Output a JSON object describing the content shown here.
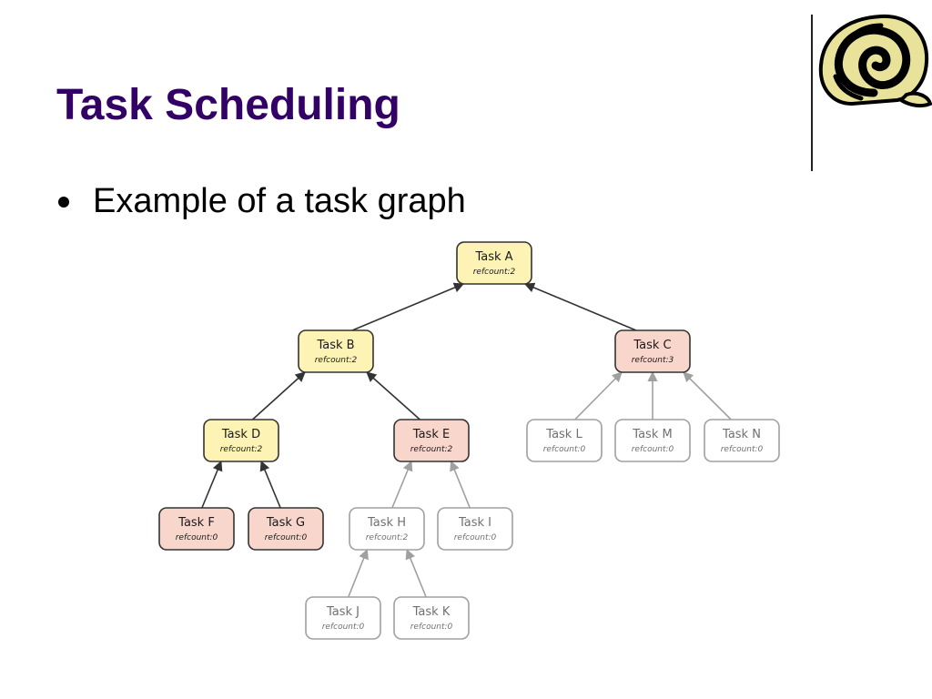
{
  "slide": {
    "title": "Task Scheduling",
    "bullets": [
      "Example of a task graph"
    ]
  },
  "colors": {
    "title": "#330066",
    "ready_fill": "#fdf3b4",
    "running_fill": "#f9d6cb",
    "pending_fill": "#ffffff",
    "active_stroke": "#333333",
    "pending_stroke": "#a0a0a0",
    "pending_text": "#707070"
  },
  "chart_data": {
    "type": "tree",
    "nodes": [
      {
        "id": "A",
        "label": "Task A",
        "sub": "refcount:2",
        "state": "ready"
      },
      {
        "id": "B",
        "label": "Task B",
        "sub": "refcount:2",
        "state": "ready"
      },
      {
        "id": "C",
        "label": "Task C",
        "sub": "refcount:3",
        "state": "running"
      },
      {
        "id": "D",
        "label": "Task D",
        "sub": "refcount:2",
        "state": "ready"
      },
      {
        "id": "E",
        "label": "Task E",
        "sub": "refcount:2",
        "state": "running"
      },
      {
        "id": "L",
        "label": "Task L",
        "sub": "refcount:0",
        "state": "pending"
      },
      {
        "id": "M",
        "label": "Task M",
        "sub": "refcount:0",
        "state": "pending"
      },
      {
        "id": "N",
        "label": "Task N",
        "sub": "refcount:0",
        "state": "pending"
      },
      {
        "id": "F",
        "label": "Task F",
        "sub": "refcount:0",
        "state": "running"
      },
      {
        "id": "G",
        "label": "Task G",
        "sub": "refcount:0",
        "state": "running"
      },
      {
        "id": "H",
        "label": "Task H",
        "sub": "refcount:2",
        "state": "pending"
      },
      {
        "id": "I",
        "label": "Task I",
        "sub": "refcount:0",
        "state": "pending"
      },
      {
        "id": "J",
        "label": "Task J",
        "sub": "refcount:0",
        "state": "pending"
      },
      {
        "id": "K",
        "label": "Task K",
        "sub": "refcount:0",
        "state": "pending"
      }
    ],
    "edges": [
      {
        "from": "B",
        "to": "A"
      },
      {
        "from": "C",
        "to": "A"
      },
      {
        "from": "D",
        "to": "B"
      },
      {
        "from": "E",
        "to": "B"
      },
      {
        "from": "L",
        "to": "C"
      },
      {
        "from": "M",
        "to": "C"
      },
      {
        "from": "N",
        "to": "C"
      },
      {
        "from": "F",
        "to": "D"
      },
      {
        "from": "G",
        "to": "D"
      },
      {
        "from": "H",
        "to": "E"
      },
      {
        "from": "I",
        "to": "E"
      },
      {
        "from": "J",
        "to": "H"
      },
      {
        "from": "K",
        "to": "H"
      }
    ]
  }
}
